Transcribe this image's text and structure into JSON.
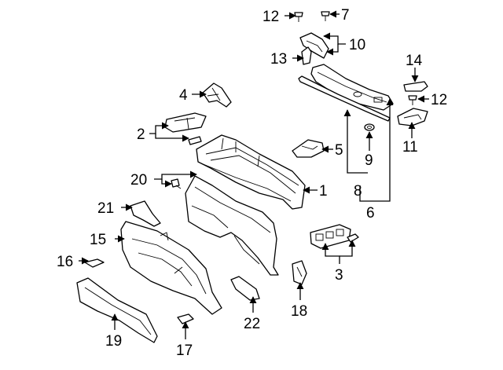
{
  "callouts": [
    "1",
    "2",
    "3",
    "4",
    "5",
    "6",
    "7",
    "8",
    "9",
    "10",
    "11",
    "12",
    "13",
    "14",
    "15",
    "16",
    "17",
    "18",
    "19",
    "20",
    "21",
    "22"
  ],
  "callout_12_second": "12",
  "colors": {
    "line": "#000000",
    "background": "#ffffff"
  }
}
